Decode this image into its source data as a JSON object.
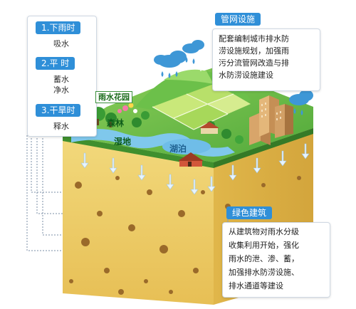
{
  "left_panel": {
    "stages": [
      {
        "label": "1.下雨时",
        "items": [
          "吸水"
        ]
      },
      {
        "label": "2.平 时",
        "items": [
          "蓄水",
          "净水"
        ]
      },
      {
        "label": "3.干旱时",
        "items": [
          "释水"
        ]
      }
    ]
  },
  "scene_labels": {
    "rain_garden": "雨水花园",
    "forest": "森林",
    "wetland": "湿地",
    "lake": "湖泊"
  },
  "pipe_network": {
    "title": "管网设施",
    "body": [
      "配套编制城市排水防",
      "涝设施规划，加强雨",
      "污分流管网改造与排",
      "水防涝设施建设"
    ]
  },
  "green_building": {
    "title": "绿色建筑",
    "body": [
      "从建筑物对雨水分级",
      "收集利用开始，强化",
      "雨水的泄、渗、蓄，",
      "加强排水防涝设施、",
      "排水通道等建设"
    ]
  },
  "colors": {
    "accent_blue": "#2f8fd8",
    "soil": "#e9c766",
    "grass": "#5db543",
    "water": "#7fc8ec"
  }
}
